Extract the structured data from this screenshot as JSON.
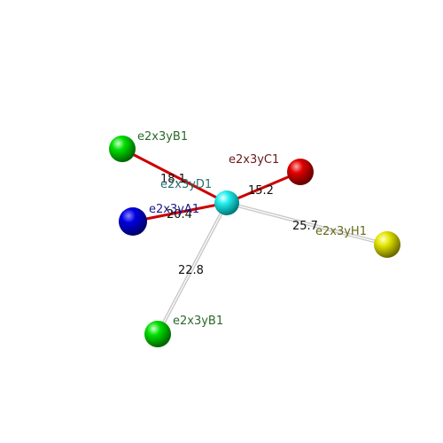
{
  "atoms": {
    "center": {
      "label": "e2x3yD1",
      "color": "#00e5e5",
      "label_color": "#2a6f6f"
    },
    "a1": {
      "label": "e2x3yA1",
      "color": "#0000e0",
      "label_color": "#1a1a8a"
    },
    "b1_top": {
      "label": "e2x3yB1",
      "color": "#00e000",
      "label_color": "#2a6a2a"
    },
    "b1_bottom": {
      "label": "e2x3yB1",
      "color": "#00e000",
      "label_color": "#2a6a2a"
    },
    "c1": {
      "label": "e2x3yC1",
      "color": "#e00000",
      "label_color": "#6a1a1a"
    },
    "h1": {
      "label": "e2x3yH1",
      "color": "#e5e500",
      "label_color": "#6a6a1a"
    }
  },
  "distances": {
    "center_b1_top": "18.1",
    "center_a1": "20.4",
    "center_c1": "15.2",
    "center_h1": "25.7",
    "center_b1_bottom": "22.8"
  },
  "bond_colors": {
    "short": "#cc0000",
    "long": "#bbbbbb"
  }
}
